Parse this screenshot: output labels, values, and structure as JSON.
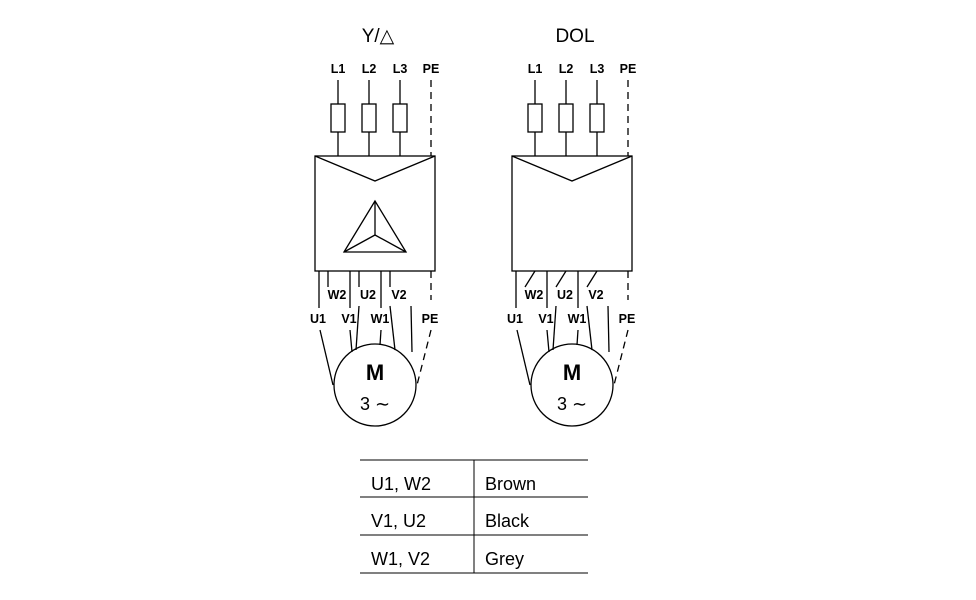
{
  "diagrams": [
    {
      "title": "Y/△",
      "lines": [
        "L1",
        "L2",
        "L3",
        "PE"
      ],
      "upper_terminals": [
        "W2",
        "U2",
        "V2"
      ],
      "lower_terminals": [
        "U1",
        "V1",
        "W1",
        "PE"
      ],
      "motor_label": "M",
      "motor_sub": "3 ∼",
      "has_star_delta_symbol": true
    },
    {
      "title": "DOL",
      "lines": [
        "L1",
        "L2",
        "L3",
        "PE"
      ],
      "upper_terminals": [
        "W2",
        "U2",
        "V2"
      ],
      "lower_terminals": [
        "U1",
        "V1",
        "W1",
        "PE"
      ],
      "motor_label": "M",
      "motor_sub": "3 ∼",
      "has_star_delta_symbol": false
    }
  ],
  "wire_table": {
    "rows": [
      {
        "terminals": "U1, W2",
        "color": "Brown"
      },
      {
        "terminals": "V1, U2",
        "color": "Black"
      },
      {
        "terminals": "W1, V2",
        "color": "Grey"
      }
    ]
  }
}
